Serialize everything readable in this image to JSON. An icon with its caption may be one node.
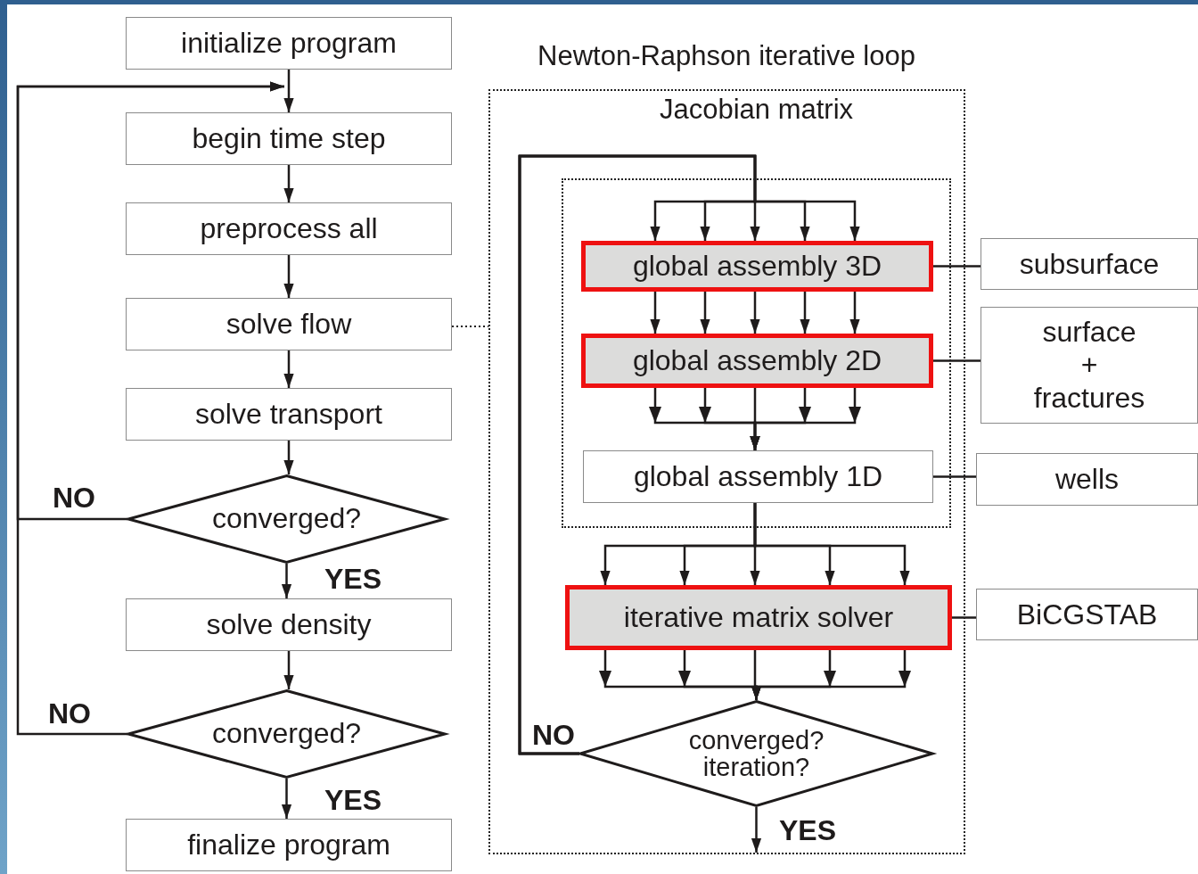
{
  "diagram": {
    "nodes": [
      {
        "text": [
          "initialize program"
        ]
      },
      {
        "text": [
          "begin time step"
        ]
      },
      {
        "text": [
          "preprocess all"
        ]
      },
      {
        "text": [
          "solve flow"
        ]
      },
      {
        "text": [
          "solve transport"
        ]
      },
      {
        "text": [
          "converged?"
        ]
      },
      {
        "text": [
          "solve density"
        ]
      },
      {
        "text": [
          "converged?"
        ]
      },
      {
        "text": [
          "finalize program"
        ]
      },
      {
        "text": [
          "Newton-Raphson iterative loop"
        ]
      },
      {
        "text": [
          "Jacobian matrix"
        ],
        "in": 9
      },
      {
        "text": [
          "global assembly 3D"
        ],
        "in": 10
      },
      {
        "text": [
          "global assembly 2D"
        ],
        "in": 10
      },
      {
        "text": [
          "global assembly 1D"
        ],
        "in": 10
      },
      {
        "text": [
          "iterative matrix solver"
        ],
        "in": 9
      },
      {
        "text": [
          "converged? iteration?"
        ],
        "in": 9
      },
      {
        "text": [
          "subsurface"
        ]
      },
      {
        "text": [
          "surface + fractures"
        ]
      },
      {
        "text": [
          "wells"
        ]
      },
      {
        "text": [
          "BiCGSTAB"
        ]
      }
    ],
    "edges": [
      {
        "from": 0,
        "to": 1,
        "arrow": "to"
      },
      {
        "from": 1,
        "to": 2,
        "arrow": "to"
      },
      {
        "from": 2,
        "to": 3,
        "arrow": "to"
      },
      {
        "from": 3,
        "to": 4,
        "arrow": "to"
      },
      {
        "from": 4,
        "to": 5,
        "arrow": "to"
      },
      {
        "from": 5,
        "to": 6,
        "arrow": "to",
        "label": "YES"
      },
      {
        "from": 6,
        "to": 7,
        "arrow": "to"
      },
      {
        "from": 7,
        "to": 8,
        "arrow": "to",
        "label": "YES"
      },
      {
        "from": 5,
        "to": 1,
        "arrow": "to",
        "label": "NO"
      },
      {
        "from": 7,
        "to": 1,
        "arrow": "to",
        "label": "NO"
      },
      {
        "from": 3,
        "to": 9,
        "arrow": "none",
        "style": "dashed"
      },
      {
        "from": 15,
        "to": 11,
        "arrow": "to",
        "label": "NO"
      },
      {
        "from": 15,
        "to": 11,
        "arrow": "to"
      },
      {
        "from": 15,
        "to": 11,
        "arrow": "to"
      },
      {
        "from": 15,
        "to": 11,
        "arrow": "to"
      },
      {
        "from": 15,
        "to": 11,
        "arrow": "to"
      },
      {
        "from": 11,
        "to": 12,
        "arrow": "to"
      },
      {
        "from": 11,
        "to": 12,
        "arrow": "to"
      },
      {
        "from": 11,
        "to": 12,
        "arrow": "to"
      },
      {
        "from": 11,
        "to": 12,
        "arrow": "to"
      },
      {
        "from": 11,
        "to": 12,
        "arrow": "to"
      },
      {
        "from": 12,
        "to": 13,
        "arrow": "to"
      },
      {
        "from": 12,
        "to": 13,
        "arrow": "to"
      },
      {
        "from": 12,
        "to": 13,
        "arrow": "to"
      },
      {
        "from": 12,
        "to": 13,
        "arrow": "to"
      },
      {
        "from": 12,
        "to": 13,
        "arrow": "to"
      },
      {
        "from": 13,
        "to": 14,
        "arrow": "to"
      },
      {
        "from": 13,
        "to": 14,
        "arrow": "to"
      },
      {
        "from": 13,
        "to": 14,
        "arrow": "to"
      },
      {
        "from": 13,
        "to": 14,
        "arrow": "to"
      },
      {
        "from": 13,
        "to": 14,
        "arrow": "to"
      },
      {
        "from": 14,
        "to": 15,
        "arrow": "to"
      },
      {
        "from": 14,
        "to": 15,
        "arrow": "to"
      },
      {
        "from": 14,
        "to": 15,
        "arrow": "to"
      },
      {
        "from": 14,
        "to": 15,
        "arrow": "to"
      },
      {
        "from": 14,
        "to": 15,
        "arrow": "to"
      },
      {
        "from": 15,
        "to": null,
        "arrow": "to",
        "label": "YES"
      },
      {
        "from": 11,
        "to": 16,
        "arrow": "none"
      },
      {
        "from": 12,
        "to": 17,
        "arrow": "none"
      },
      {
        "from": 13,
        "to": 18,
        "arrow": "none"
      },
      {
        "from": 14,
        "to": 19,
        "arrow": "none"
      }
    ]
  }
}
